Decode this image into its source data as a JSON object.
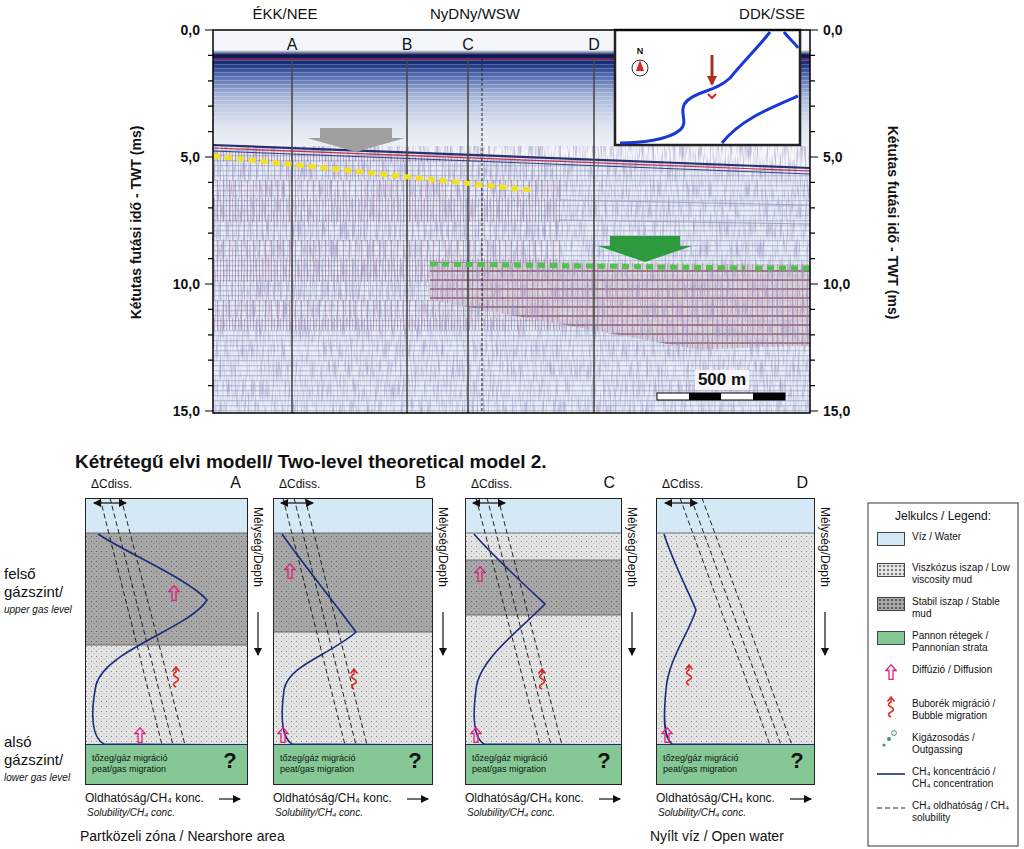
{
  "diagram": {
    "title": "Kétrétegű elvi modell/ Two-level theoretical model 2.",
    "nodes": [
      {
        "text": [
          "ΔCdiss.",
          "A",
          "Mélység/Depth"
        ]
      },
      {
        "text": [
          "tőzeg/gáz migráció peat/gas migration",
          "?"
        ],
        "in": 0
      },
      {
        "text": [
          "ΔCdiss.",
          "B",
          "Mélység/Depth"
        ]
      },
      {
        "text": [
          "tőzeg/gáz migráció peat/gas migration",
          "?"
        ],
        "in": 2
      },
      {
        "text": [
          "ΔCdiss.",
          "C",
          "Mélység/Depth"
        ]
      },
      {
        "text": [
          "tőzeg/gáz migráció peat/gas migration",
          "?"
        ],
        "in": 4
      },
      {
        "text": [
          "ΔCdiss.",
          "D",
          "Mélység/Depth"
        ]
      },
      {
        "text": [
          "tőzeg/gáz migráció peat/gas migration",
          "?"
        ],
        "in": 6
      }
    ],
    "labels": [
      "ÉKK/NEE",
      "NyDNy/WSW",
      "DDK/SSE",
      "0,0",
      "5,0",
      "10,0",
      "15,0",
      "0,0",
      "5,0",
      "10,0",
      "15,0",
      "Kétutas futási idő - TWT (ms)",
      "Kétutas futási idő - TWT (ms)",
      "A",
      "B",
      "C",
      "D",
      "N",
      "500 m",
      "felső gázszint/",
      "upper gas level",
      "alsó gázszint/",
      "lower gas level",
      "Oldhatóság/CH₄ konc.",
      "Solubility/CH₄ conc.",
      "Oldhatóság/CH₄ konc.",
      "Solubility/CH₄ conc.",
      "Oldhatóság/CH₄ konc.",
      "Solubility/CH₄ conc.",
      "Oldhatóság/CH₄ konc.",
      "Solubility/CH₄ conc.",
      "Partközeli zóna / Nearshore area",
      "Nyílt víz / Open water",
      "Jelkulcs / Legend:"
    ],
    "legend": [
      {
        "text": "Víz / Water",
        "color": "#d4e8f5"
      },
      {
        "text": "Viszkózus iszap / Low viscosity mud",
        "color": "#e4e4e4"
      },
      {
        "text": "Stabil iszap / Stable mud",
        "color": "#a8a8a8"
      },
      {
        "text": "Pannon rétegek / Pannonian strata",
        "color": "#86c895"
      },
      {
        "text": "Diffúzió / Diffusion"
      },
      {
        "text": "Buborék migráció / Bubble migration"
      },
      {
        "text": "Kigázosodás / Outgassing"
      },
      {
        "text": "CH₄ koncentráció / CH₄ concentration"
      },
      {
        "text": "CH₄ oldhatóság / CH₄ solubility"
      }
    ]
  }
}
